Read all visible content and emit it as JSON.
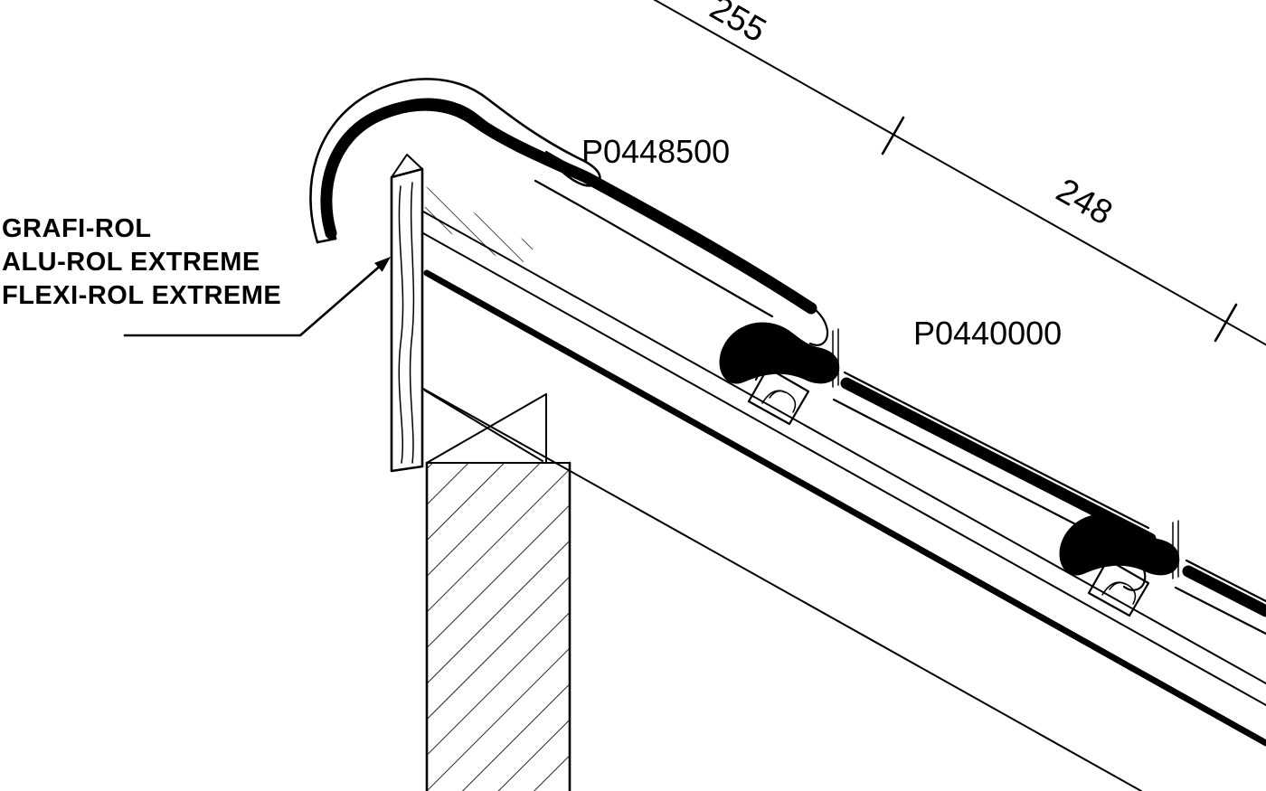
{
  "colors": {
    "ink": "#000000",
    "paper": "#ffffff"
  },
  "annotations": {
    "material_note": {
      "lines": [
        "GRAFI-ROL",
        "ALU-ROL EXTREME",
        "FLEXI-ROL EXTREME"
      ]
    },
    "part_labels": {
      "upper": "P0448500",
      "lower": "P0440000"
    },
    "dimensions": {
      "upper": "255",
      "lower": "248"
    }
  }
}
